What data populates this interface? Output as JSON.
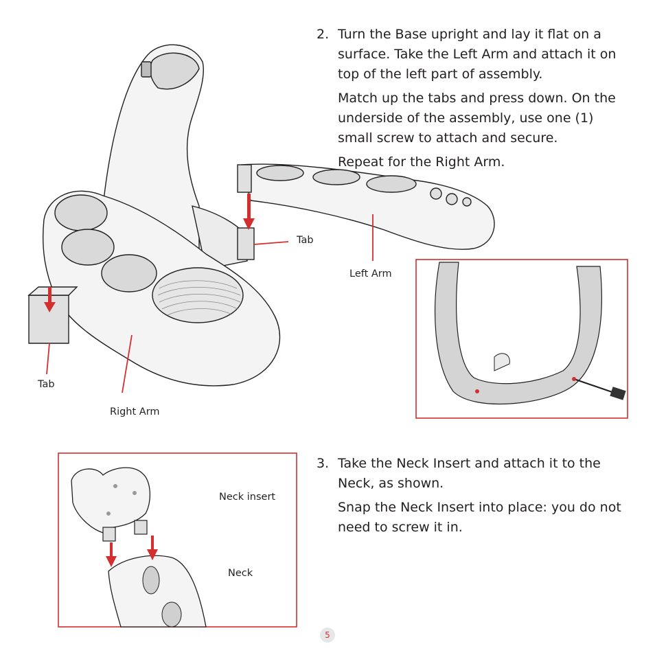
{
  "step2": {
    "number": "2.",
    "para1": "Turn the Base upright and lay it flat on a surface. Take the Left Arm and attach it on top of the left part of assembly.",
    "para2": "Match up the tabs and press down. On the underside of the assembly, use one (1) small screw to attach and secure.",
    "para3": "Repeat for the Right Arm."
  },
  "step3": {
    "number": "3.",
    "para1": "Take the Neck Insert and attach it to the Neck, as shown.",
    "para2": "Snap the Neck Insert into place: you do not need to screw it in."
  },
  "callouts": {
    "tab_right": "Tab",
    "tab_left": "Tab",
    "left_arm": "Left Arm",
    "right_arm": "Right Arm",
    "neck_insert": "Neck insert",
    "neck": "Neck"
  },
  "page_number": "5",
  "colors": {
    "accent_red": "#d32f2f",
    "outline": "#231f20",
    "plastic": "#f4f4f4",
    "shade": "#c8c8c8"
  }
}
